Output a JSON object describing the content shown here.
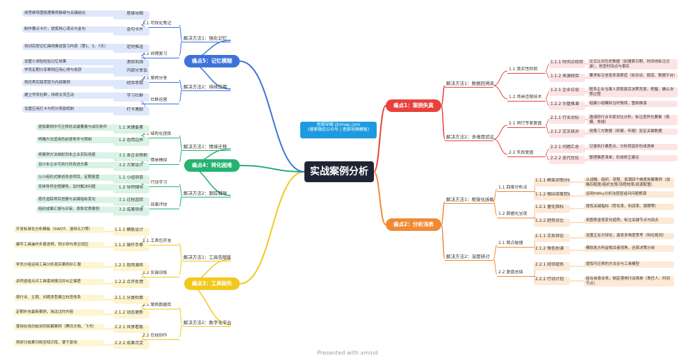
{
  "root": {
    "label": "实战案例分析"
  },
  "watermark": {
    "line1": "思维导图 zhimap.com",
    "line2": "(搜索微信公众号 | 思维导图模板)"
  },
  "footer": {
    "text": "Presented with xmind"
  },
  "colors": {
    "red": "#e8413b",
    "orange": "#f08a35",
    "yellow": "#f2c81d",
    "green": "#25b371",
    "blue": "#3d73d9"
  },
  "points": [
    {
      "key": "red",
      "label": "痛点1：案例失真",
      "methods": [
        {
          "label": "解决方法1：数据回溯调研",
          "groups": [
            {
              "label": "1.1 真实性检验",
              "items": [
                {
                  "label": "1.1.1 时间点校验",
                  "leaf": "交叉比对历史数据（如搜索日期、时间线标注记录），核查时间点与事实"
                },
                {
                  "label": "1.1.2 来源核验",
                  "leaf": "要求标注信息来源渠道（如访谈、报道、数据平台）"
                }
              ]
            },
            {
              "label": "1.2 场景还原技术",
              "items": [
                {
                  "label": "1.2.1 企业访谈",
                  "leaf": "联系企业当事人获取真实决策背景，把握、确认决策过程"
                },
                {
                  "label": "1.2.2 沙盘推演",
                  "leaf": "组建小组模拟当时情境，重新推演"
                }
              ]
            }
          ]
        },
        {
          "label": "解决方法2：多维度验证",
          "groups": [
            {
              "label": "2.1 同行专家复盘",
              "items": [
                {
                  "label": "2.1.1 行业对标",
                  "leaf": "邀请同行业专家对比分析，标注差异化要素（规模、地域）"
                },
                {
                  "label": "2.1.2 交叉核对",
                  "leaf": "用第三方数据（研报、年报）验证关键数据"
                }
              ]
            },
            {
              "label": "2.2 失败复盘",
              "items": [
                {
                  "label": "2.2.1 问题汇总",
                  "leaf": "记录执行偏差点，分析原因并形成清单"
                },
                {
                  "label": "2.2.2 迭代优化",
                  "leaf": "整理偏差清单，形成修正建议"
                }
              ]
            }
          ]
        }
      ]
    },
    {
      "key": "orange",
      "label": "痛点2：分析浅表",
      "methods": [
        {
          "label": "解决方法1：框架化拆解",
          "groups": [
            {
              "label": "1.1 四维分析法",
              "items": [
                {
                  "label": "1.1.1 框架对照分析",
                  "leaf": "从战略、组织、流程、资源四个维度拆解案例（战略匹配度/组织支撑/流程效率/资源配置）"
                },
                {
                  "label": "1.1.2 根因深度挖掘",
                  "leaf": "运用5Why分析法层层追问问题根源"
                }
              ]
            },
            {
              "label": "1.2 数据化呈现",
              "items": [
                {
                  "label": "1.2.1 量化指标",
                  "leaf": "提炼关键指标（转化率、利润率、周期等）"
                },
                {
                  "label": "1.2.2 趋势对比",
                  "leaf": "用图表呈现变化趋势，标注关键节点与拐点"
                }
              ]
            }
          ]
        },
        {
          "label": "解决方法2：深度研讨",
          "groups": [
            {
              "label": "2.1 观点碰撞",
              "items": [
                {
                  "label": "2.1.1 正反辩论",
                  "leaf": "设置正反方辩论，激发多角度思考（辩论规则）"
                },
                {
                  "label": "2.1.2 角色扮演",
                  "leaf": "模拟各方利益相关者视角，还原决策分歧"
                }
              ]
            },
            {
              "label": "2.2 复盘总结",
              "items": [
                {
                  "label": "2.2.1 经验提炼",
                  "leaf": "提炼可迁移的方法论与工具模型"
                },
                {
                  "label": "2.2.2 行动计划",
                  "leaf": "结合自身业务，制定落地行动清单（责任人、时间节点）"
                }
              ]
            }
          ]
        }
      ]
    },
    {
      "key": "yellow",
      "label": "痛点3：工具缺失",
      "methods": [
        {
          "label": "解决方法1：工具包赋能",
          "groups": [
            {
              "label": "1.1 工具包开发",
              "items": [
                {
                  "label": "1.1.1 模板设计",
                  "leaf": "开发标准化分析模板（SWOT、波特五力等）"
                },
                {
                  "label": "1.1.2 操作手册",
                  "leaf": "编写工具操作步骤说明，附示例与常见误区"
                }
              ]
            },
            {
              "label": "1.2 实操训练",
              "items": [
                {
                  "label": "1.2.1 现场演练",
                  "leaf": "学员分组运用工具分析真实案例并汇报"
                },
                {
                  "label": "1.2.2 点评反馈",
                  "leaf": "讲师逐组点评工具使用情况并纠正偏差"
                }
              ]
            }
          ]
        },
        {
          "label": "解决方法2：数字化平台",
          "groups": [
            {
              "label": "2.1 案例数据库",
              "items": [
                {
                  "label": "2.1.1 分类检索",
                  "leaf": "按行业、主题、问题类型建立标签体系"
                },
                {
                  "label": "2.1.2 动态更新",
                  "leaf": "定期补充最新案例，淘汰过时内容"
                }
              ]
            },
            {
              "label": "2.2 在线协作",
              "items": [
                {
                  "label": "2.2.1 共享看板",
                  "leaf": "使用在线白板协同拆解案例（腾讯文档、飞书）"
                },
                {
                  "label": "2.2.2 成果沉淀",
                  "leaf": "将研讨成果归档至知识库，便于复用"
                }
              ]
            }
          ]
        }
      ]
    },
    {
      "key": "green",
      "label": "痛点4：转化困难",
      "methods": [
        {
          "label": "解决方法1：情境迁移",
          "groups": [
            {
              "label": "1.1 结构化提炼",
              "items": [
                {
                  "label": "1.1.1 关键要素",
                  "leaf": "提炼案例中可迁移的关键要素与成功条件"
                },
                {
                  "label": "1.1.2 适用边界",
                  "leaf": "明确方法适用的前提条件与限制"
                }
              ]
            },
            {
              "label": "1.2 情景模拟",
              "items": [
                {
                  "label": "1.2.1 本企业映射",
                  "leaf": "将案例方法映射到本企业实际场景"
                },
                {
                  "label": "1.2.2 方案设计",
                  "leaf": "设计本企业可执行的改进方案"
                }
              ]
            }
          ]
        },
        {
          "label": "解决方法2：跟踪辅导",
          "groups": [
            {
              "label": "2.1 行动学习",
              "items": [
                {
                  "label": "2.1.1 小组项目",
                  "leaf": "以小组形式推进改进项目，定期复盘"
                },
                {
                  "label": "2.1.2 导师辅导",
                  "leaf": "安排导师全程辅导，及时解决问题"
                }
              ]
            },
            {
              "label": "2.2 效果评估",
              "items": [
                {
                  "label": "2.2.1 过程追踪",
                  "leaf": "按月追踪项目进展与关键指标变化"
                },
                {
                  "label": "2.2.2 成果验收",
                  "leaf": "组织成果汇报与评审，表彰优秀案例"
                }
              ]
            }
          ]
        }
      ]
    },
    {
      "key": "blue",
      "label": "痛点5：记忆模糊",
      "methods": [
        {
          "label": "解决方法1：强化记忆",
          "groups": [
            {
              "label": "1.1 可视化笔记",
              "items": [
                {
                  "label": "1.1.1 思维导图",
                  "leaf": "用思维导图梳理案例脉络与关键结论"
                },
                {
                  "label": "1.1.2 金句卡片",
                  "leaf": "制作要点卡片，提炼核心观点与金句"
                }
              ]
            },
            {
              "label": "1.2 间隔复习",
              "items": [
                {
                  "label": "1.2.1 定时推送",
                  "leaf": "培训后按记忆曲线推送复习内容（第1、3、7天）"
                },
                {
                  "label": "1.2.2 测验巩固",
                  "leaf": "设置小测验检验记忆效果"
                }
              ]
            }
          ]
        },
        {
          "label": "解决方法2：持续应用",
          "groups": [
            {
              "label": "2.1 案例分享",
              "items": [
                {
                  "label": "2.1.1 内部分享会",
                  "leaf": "学员定期分享案例应用心得与收获"
                },
                {
                  "label": "2.1.2 经验萃取",
                  "leaf": "将优秀实践萃取为内部案例"
                }
              ]
            },
            {
              "label": "2.2 社群运营",
              "items": [
                {
                  "label": "2.2.1 学习社群",
                  "leaf": "建立学员社群，持续交流互动"
                },
                {
                  "label": "2.2.2 打卡激励",
                  "leaf": "设置应用打卡与积分奖励机制"
                }
              ]
            }
          ]
        }
      ]
    }
  ]
}
